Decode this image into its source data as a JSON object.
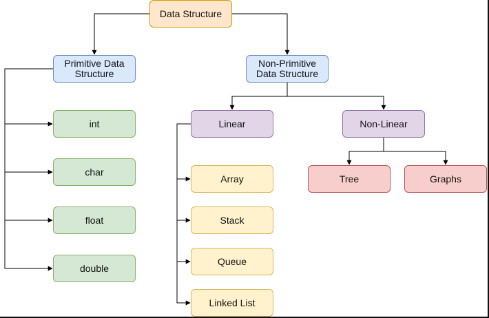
{
  "diagram": {
    "root": "Data Structure",
    "primitive": {
      "label": "Primitive Data\nStructure",
      "items": [
        "int",
        "char",
        "float",
        "double"
      ]
    },
    "non_primitive": {
      "label": "Non-Primitive\nData Structure",
      "linear": {
        "label": "Linear",
        "items": [
          "Array",
          "Stack",
          "Queue",
          "Linked List"
        ]
      },
      "non_linear": {
        "label": "Non-Linear",
        "items": [
          "Tree",
          "Graphs"
        ]
      }
    }
  },
  "colors": {
    "root": "#ffe6cc",
    "category": "#dae8fc",
    "primitive_items": "#d5e8d4",
    "sub_category": "#e1d5e7",
    "linear_items": "#fff2cc",
    "non_linear_items": "#f8cecc",
    "edge": "#000000"
  }
}
